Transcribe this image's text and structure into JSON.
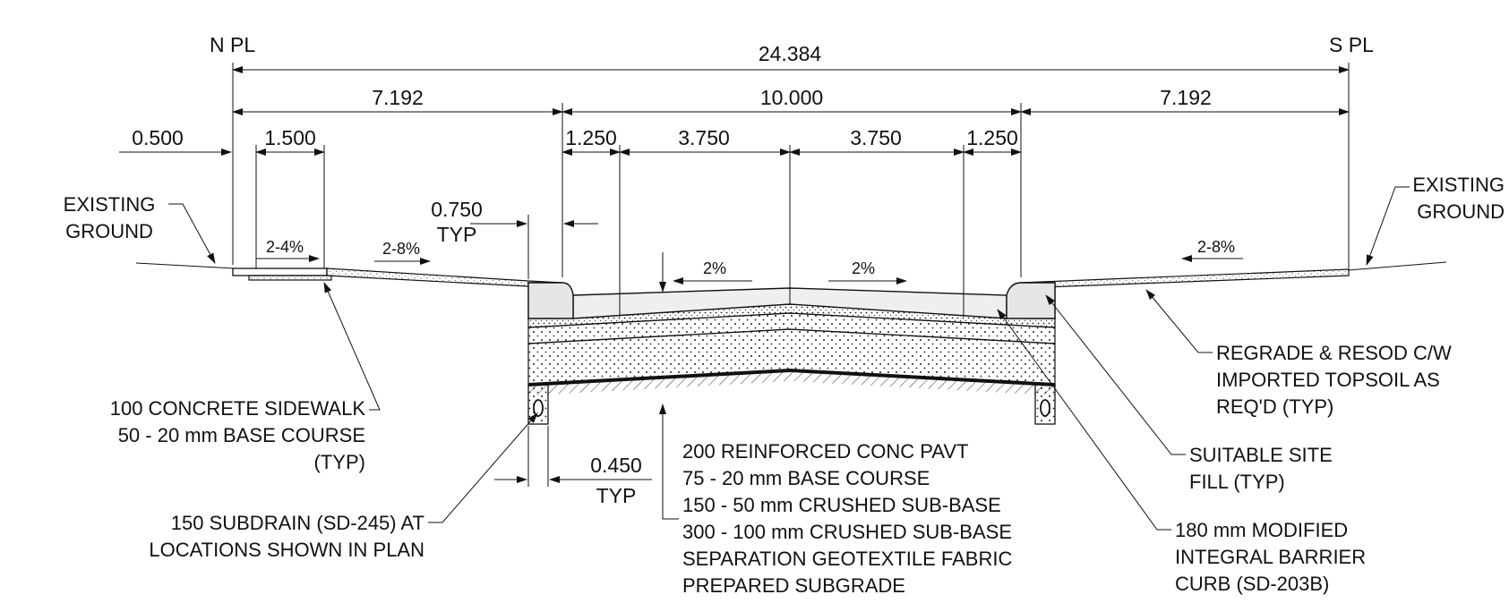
{
  "markers": {
    "north_pl": "N PL",
    "south_pl": "S PL"
  },
  "dimensions": {
    "overall": "24.384",
    "left_boulevard": "7.192",
    "roadway": "10.000",
    "right_boulevard": "7.192",
    "offset": "0.500",
    "sidewalk": "1.500",
    "gutter_left": "1.250",
    "lane_left": "3.750",
    "lane_right": "3.750",
    "gutter_right": "1.250",
    "curb_back_value": "0.750",
    "curb_back_typ": "TYP",
    "subdrain_value": "0.450",
    "subdrain_typ": "TYP"
  },
  "slopes": {
    "sidewalk": "2-4%",
    "left_boulevard": "2-8%",
    "lane_left": "2%",
    "lane_right": "2%",
    "right_boulevard": "2-8%"
  },
  "callouts": {
    "existing_ground_left": [
      "EXISTING",
      "GROUND"
    ],
    "existing_ground_right": [
      "EXISTING",
      "GROUND"
    ],
    "sidewalk": [
      "100 CONCRETE SIDEWALK",
      "50 - 20 mm BASE COURSE",
      "(TYP)"
    ],
    "subdrain": [
      "150 SUBDRAIN (SD-245) AT",
      "LOCATIONS SHOWN IN PLAN"
    ],
    "pavement": [
      "200 REINFORCED CONC PAVT",
      "75 - 20 mm BASE COURSE",
      "150 - 50 mm CRUSHED SUB-BASE",
      "300 - 100 mm CRUSHED SUB-BASE",
      "SEPARATION GEOTEXTILE FABRIC",
      "PREPARED SUBGRADE"
    ],
    "regrade": [
      "REGRADE & RESOD C/W",
      "IMPORTED TOPSOIL AS",
      "REQ'D (TYP)"
    ],
    "fill": [
      "SUITABLE SITE",
      "FILL (TYP)"
    ],
    "curb": [
      "180 mm MODIFIED",
      "INTEGRAL BARRIER",
      "CURB (SD-203B)"
    ]
  }
}
